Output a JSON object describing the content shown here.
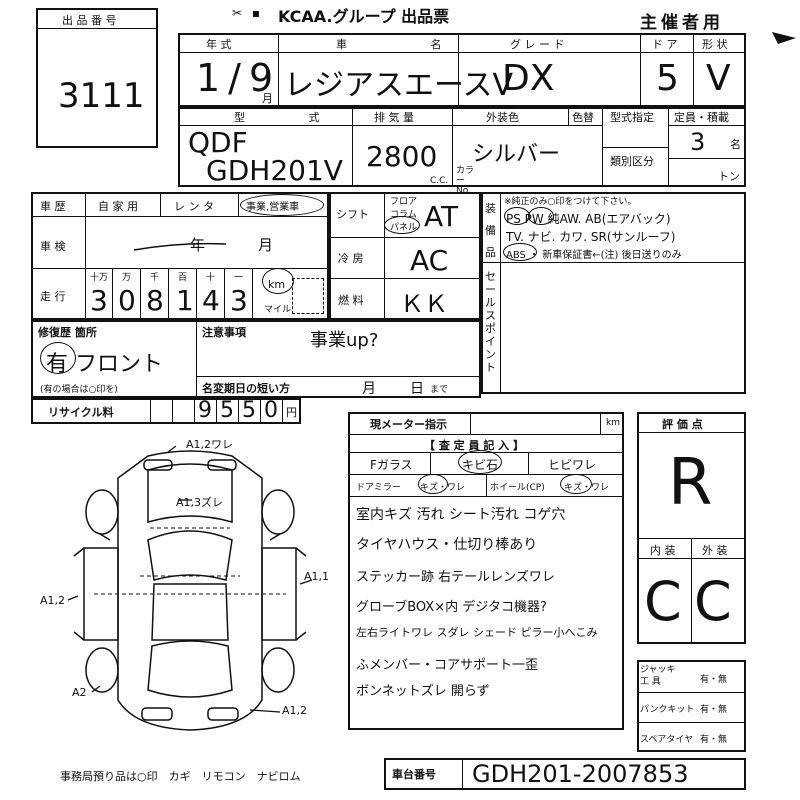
{
  "header": {
    "lot_number_label": "出 品 番 号",
    "lot_number": "3111",
    "title": "KCAA.グループ 出品票",
    "organizer_label": "主催者用"
  },
  "row1": {
    "year_label": "年 式",
    "car_name_label": "車 名",
    "grade_label": "グ レ ー ド",
    "door_label": "ド ア",
    "shape_label": "形 状",
    "year_value": "1/9",
    "month_mark": "月",
    "car_name_value": "レジアスエースV",
    "grade_value": "DX",
    "door_value": "5",
    "shape_value": "V"
  },
  "row2": {
    "model_label": "型 式",
    "displacement_label": "排 気 量",
    "color_label": "外装色",
    "color_change_label": "色替",
    "designation_label": "型式指定",
    "class_label": "類別区分",
    "capacity_label": "定員・積載",
    "model_value_1": "QDF",
    "model_value_2": "GDH201V",
    "displacement_value": "2800",
    "cc_unit": "C.C.",
    "color_value": "シルバー",
    "color_no_label": "カラー No.",
    "capacity_value": "3",
    "person_unit": "名",
    "ton_unit": "トン"
  },
  "history": {
    "history_label": "車 歴",
    "private_label": "自 家 用",
    "rental_label": "レ ン タ",
    "business_label": "事業,営業車",
    "inspection_label": "車 検",
    "year_label": "年",
    "month_label": "月",
    "mileage_label": "走 行",
    "digit_labels": [
      "十万",
      "万",
      "千",
      "百",
      "十",
      "一"
    ],
    "digits": [
      "3",
      "0",
      "8",
      "1",
      "4",
      "3"
    ],
    "km_label": "km",
    "mile_label": "マイル"
  },
  "shift": {
    "shift_label": "シフト",
    "floor_label": "フロア",
    "column_label": "コラム",
    "panel_label": "パネル",
    "shift_value": "AT",
    "ac_label": "冷 房",
    "ac_value": "AC",
    "fuel_label": "燃 料",
    "fuel_value": "ＫＫ"
  },
  "equipment": {
    "side_label_1": "装",
    "side_label_2": "備",
    "side_label_3": "品",
    "note": "※純正のみ○印をつけて下さい。",
    "line1": "PS PW 純AW. AB(エアバック)",
    "line2": "TV. ナビ. カワ. SR(サンルーフ)",
    "line3": "ABS ・ 新車保証書←(注) 後日送りのみ",
    "sales_point_label": "セールスポイント"
  },
  "repair": {
    "repair_label": "修復歴 箇所",
    "repair_value": "有 フロント",
    "repair_note": "(有の場合は○印を)",
    "notes_label": "注意事項",
    "notes_value": "事業up?",
    "name_change_label": "名変期日の短い方",
    "month_label": "月",
    "day_label": "日",
    "until_label": "まで"
  },
  "recycle": {
    "label": "リサイクル料",
    "digits": [
      "",
      "",
      "9",
      "5",
      "5",
      "0"
    ],
    "unit": "円"
  },
  "inspector": {
    "meter_label": "現メーター指示",
    "km_label": "km",
    "inspector_note_label": "【 査 定 員 記 入 】",
    "glass_label": "Fガラス",
    "chip_label": "キビ石",
    "crack_label": "ヒビワレ",
    "mirror_label": "ドアミラー",
    "mirror_value": "キズ・ワレ",
    "wheel_label": "ホイール(CP)",
    "wheel_value": "キズ・ワレ",
    "notes": [
      "室内キズ 汚れ シート汚れ コゲ穴",
      "タイヤハウス・仕切り棒あり",
      "ステッカー跡 右テールレンズワレ",
      "グローブBOX×内 デジタコ機器?",
      "左右ライトワレ スダレ シェード ピラー小へこみ",
      "ふメンバー・コアサポート一歪",
      "ボンネットズレ 開らず"
    ]
  },
  "grade": {
    "label": "評 価 点",
    "value": "R",
    "interior_label": "内 装",
    "exterior_label": "外 装",
    "interior_value": "C",
    "exterior_value": "C"
  },
  "tools": {
    "jack_label": "ジャッキ 工 具",
    "jack_value": "有・無",
    "puncture_label": "パンクキット",
    "puncture_value": "有・無",
    "spare_label": "スペアタイヤ",
    "spare_value": "有・無"
  },
  "diagram": {
    "marks": [
      "A1,2ワレ",
      "A1,3ズレ",
      "A1,1",
      "A1,2",
      "A2",
      "A1,2"
    ]
  },
  "footer": {
    "office_note": "事務局預り品は○印　カギ　リモコン　ナビロム",
    "chassis_label": "車台番号",
    "chassis_value": "GDH201-2007853"
  }
}
